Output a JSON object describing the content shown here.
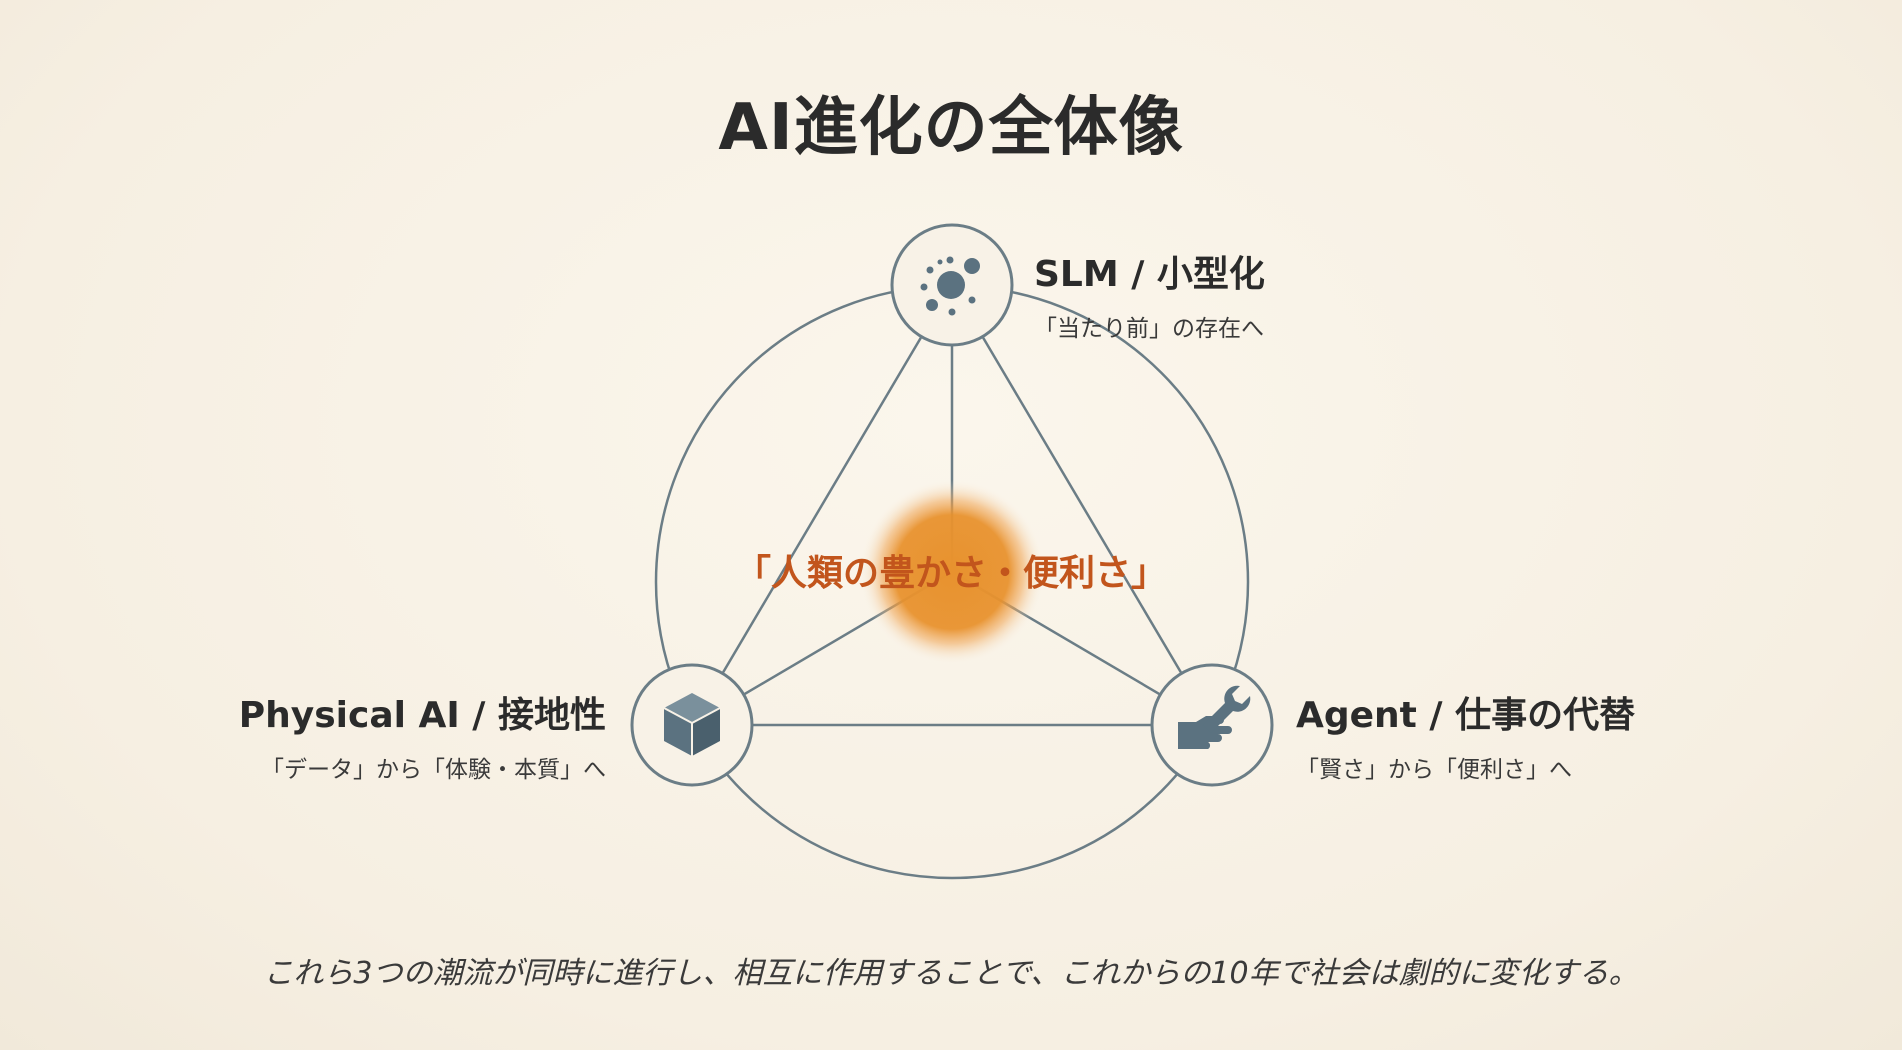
{
  "title": "AI進化の全体像",
  "center": {
    "text": "「人類の豊かさ・便利さ」"
  },
  "nodes": {
    "top": {
      "name": "SLM / 小型化",
      "desc": "「当たり前」の存在へ",
      "icon": "molecule-icon"
    },
    "left": {
      "name": "Physical AI / 接地性",
      "desc": "「データ」から「体験・本質」へ",
      "icon": "cube-icon"
    },
    "right": {
      "name": "Agent / 仕事の代替",
      "desc": "「賢さ」から「便利さ」へ",
      "icon": "wrench-hand-icon"
    }
  },
  "footer": "これら3つの潮流が同時に進行し、相互に作用することで、これからの10年で社会は劇的に変化する。",
  "colors": {
    "background": "#f6efe2",
    "line": "#6b7d86",
    "icon": "#5b7280",
    "center_glow": "#e8922e",
    "center_text": "#c2551c"
  }
}
